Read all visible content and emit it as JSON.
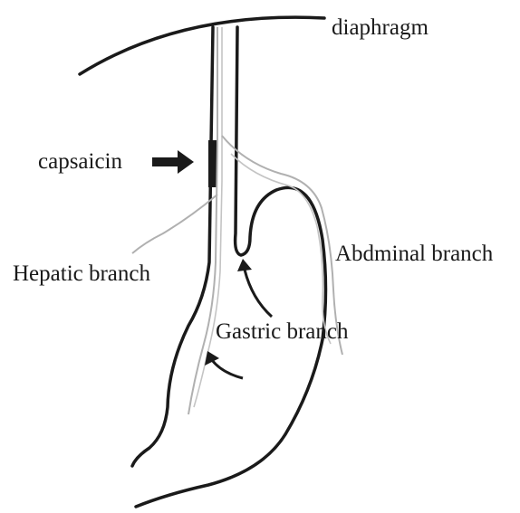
{
  "labels": {
    "diaphragm": "diaphragm",
    "capsaicin": "capsaicin",
    "hepatic": "Hepatic branch",
    "abdominal": "Abdminal branch",
    "gastric": "Gastric branch"
  },
  "colors": {
    "outline": "#1a1a1a",
    "nerve": "#b0b0b0",
    "capsaicin_block": "#1a1a1a"
  }
}
